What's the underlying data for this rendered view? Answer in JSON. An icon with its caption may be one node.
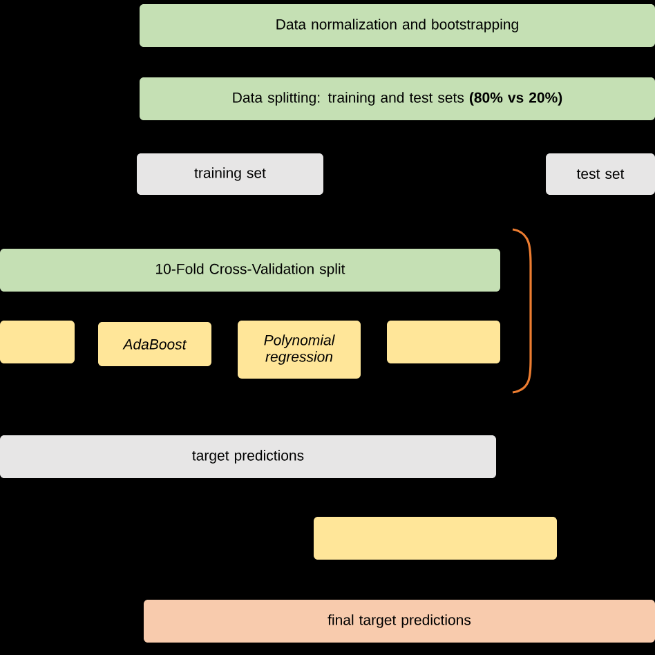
{
  "diagram": {
    "nodes": [
      {
        "text": [
          "Data normalization and bootstrapping"
        ]
      },
      {
        "text": [
          "Data splitting: training and test sets **(80% vs 20%)**"
        ]
      },
      {
        "text": [
          "training set"
        ]
      },
      {
        "text": [
          "test set"
        ]
      },
      {
        "text": [
          "10-Fold Cross-Validation split"
        ]
      },
      {
        "text": [],
        "shape": "box"
      },
      {
        "text": [
          "AdaBoost"
        ]
      },
      {
        "text": [
          "Polynomial regression"
        ]
      },
      {
        "text": [],
        "shape": "box"
      },
      {
        "text": [
          "target predictions"
        ]
      },
      {
        "text": [],
        "shape": "box"
      },
      {
        "text": [
          "final target predictions"
        ]
      }
    ]
  }
}
